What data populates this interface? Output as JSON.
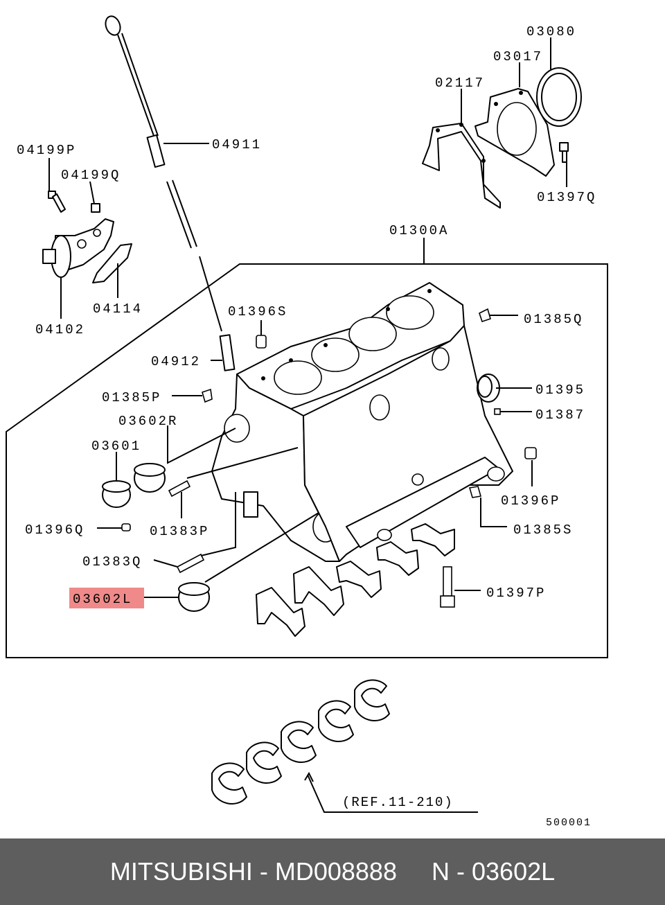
{
  "labels": {
    "p03080": "03080",
    "p03017": "03017",
    "p02117": "02117",
    "p04199P": "04199P",
    "p04911": "04911",
    "p04199Q": "04199Q",
    "p01397Q": "01397Q",
    "p01300A": "01300A",
    "p04114": "04114",
    "p04102": "04102",
    "p01396S": "01396S",
    "p01385Q": "01385Q",
    "p04912": "04912",
    "p01395": "01395",
    "p01385P": "01385P",
    "p01387": "01387",
    "p03602R": "03602R",
    "p03601": "03601",
    "p01396P": "01396P",
    "p01396Q": "01396Q",
    "p01383P": "01383P",
    "p01385S": "01385S",
    "p01383Q": "01383Q",
    "p03602L": "03602L",
    "p01397P": "01397P"
  },
  "highlight": {
    "label": "03602L",
    "color": "#f08a8a"
  },
  "reference": "(REF.11-210)",
  "diagram_code": "500001",
  "footer": {
    "brand": "MITSUBISHI",
    "separator": " - ",
    "part_number": "MD008888",
    "position_prefix": "N - ",
    "position": "03602L"
  }
}
